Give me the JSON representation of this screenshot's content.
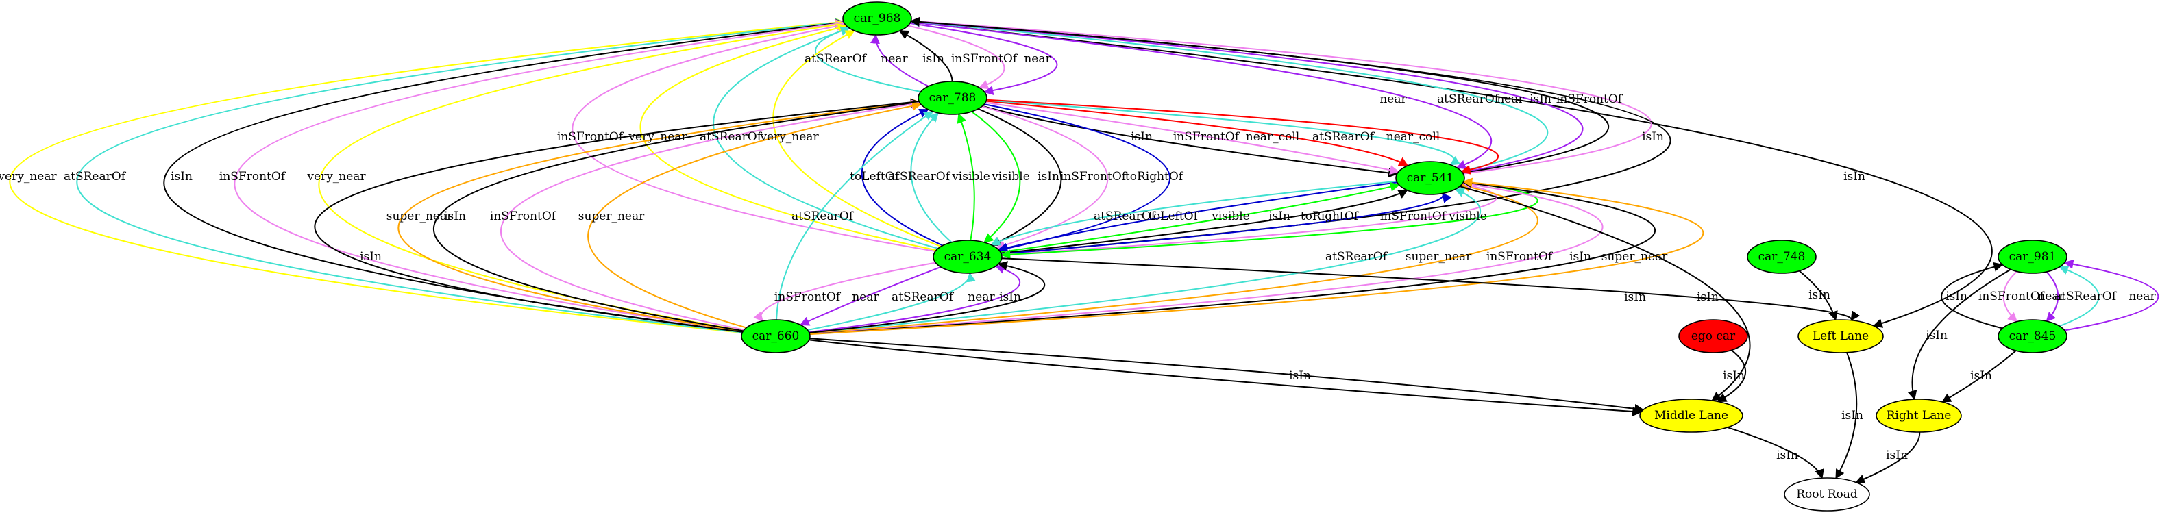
{
  "graph": {
    "nodes": [
      {
        "id": "car_968",
        "label": "car_968",
        "color": "#00ff00"
      },
      {
        "id": "car_788",
        "label": "car_788",
        "color": "#00ff00"
      },
      {
        "id": "car_541",
        "label": "car_541",
        "color": "#00ff00"
      },
      {
        "id": "car_634",
        "label": "car_634",
        "color": "#00ff00"
      },
      {
        "id": "car_660",
        "label": "car_660",
        "color": "#00ff00"
      },
      {
        "id": "car_748",
        "label": "car_748",
        "color": "#00ff00"
      },
      {
        "id": "car_981",
        "label": "car_981",
        "color": "#00ff00"
      },
      {
        "id": "car_845",
        "label": "car_845",
        "color": "#00ff00"
      },
      {
        "id": "ego_car",
        "label": "ego car",
        "color": "#ff0000"
      },
      {
        "id": "left_lane",
        "label": "Left Lane",
        "color": "#ffff00"
      },
      {
        "id": "middle_lane",
        "label": "Middle Lane",
        "color": "#ffff00"
      },
      {
        "id": "right_lane",
        "label": "Right Lane",
        "color": "#ffff00"
      },
      {
        "id": "root_road",
        "label": "Root Road",
        "color": "#ffffff"
      }
    ],
    "edges": [
      {
        "source": "car_968",
        "target": "left_lane",
        "label": "isIn",
        "color": "#000000"
      },
      {
        "source": "car_788",
        "target": "car_968",
        "label": "atSRearOf",
        "color": "#40e0d0"
      },
      {
        "source": "car_788",
        "target": "car_968",
        "label": "near",
        "color": "#a020f0"
      },
      {
        "source": "car_788",
        "target": "car_968",
        "label": "isIn",
        "color": "#000000"
      },
      {
        "source": "car_968",
        "target": "car_788",
        "label": "inSFrontOf",
        "color": "#ee82ee"
      },
      {
        "source": "car_968",
        "target": "car_788",
        "label": "near",
        "color": "#a020f0"
      },
      {
        "source": "car_968",
        "target": "car_541",
        "label": "near",
        "color": "#a020f0"
      },
      {
        "source": "car_541",
        "target": "car_968",
        "label": "atSRearOf",
        "color": "#40e0d0"
      },
      {
        "source": "car_541",
        "target": "car_968",
        "label": "near",
        "color": "#a020f0"
      },
      {
        "source": "car_541",
        "target": "car_968",
        "label": "isIn",
        "color": "#000000"
      },
      {
        "source": "car_541",
        "target": "car_968",
        "label": "inSFrontOf",
        "color": "#ee82ee"
      },
      {
        "source": "car_634",
        "target": "car_968",
        "label": "isIn",
        "color": "#000000"
      },
      {
        "source": "car_660",
        "target": "car_968",
        "label": "very_near",
        "color": "#ffff00"
      },
      {
        "source": "car_660",
        "target": "car_968",
        "label": "atSRearOf",
        "color": "#40e0d0"
      },
      {
        "source": "car_660",
        "target": "car_968",
        "label": "isIn",
        "color": "#000000"
      },
      {
        "source": "car_660",
        "target": "car_968",
        "label": "inSFrontOf",
        "color": "#ee82ee"
      },
      {
        "source": "car_660",
        "target": "car_968",
        "label": "very_near",
        "color": "#ffff00"
      },
      {
        "source": "car_634",
        "target": "car_968",
        "label": "inSFrontOf",
        "color": "#ee82ee"
      },
      {
        "source": "car_634",
        "target": "car_968",
        "label": "very_near",
        "color": "#ffff00"
      },
      {
        "source": "car_634",
        "target": "car_968",
        "label": "atSRearOf",
        "color": "#40e0d0"
      },
      {
        "source": "car_634",
        "target": "car_968",
        "label": "very_near",
        "color": "#ffff00"
      },
      {
        "source": "car_788",
        "target": "car_541",
        "label": "isIn",
        "color": "#000000"
      },
      {
        "source": "car_788",
        "target": "car_541",
        "label": "inSFrontOf",
        "color": "#ee82ee"
      },
      {
        "source": "car_788",
        "target": "car_541",
        "label": "near_coll",
        "color": "#ff0000"
      },
      {
        "source": "car_788",
        "target": "car_541",
        "label": "atSRearOf",
        "color": "#40e0d0"
      },
      {
        "source": "car_788",
        "target": "car_541",
        "label": "near_coll",
        "color": "#ff0000"
      },
      {
        "source": "car_634",
        "target": "car_788",
        "label": "toLeftOf",
        "color": "#0000cd"
      },
      {
        "source": "car_634",
        "target": "car_788",
        "label": "atSRearOf",
        "color": "#40e0d0"
      },
      {
        "source": "car_634",
        "target": "car_788",
        "label": "visible",
        "color": "#00ff00"
      },
      {
        "source": "car_788",
        "target": "car_634",
        "label": "visible",
        "color": "#00ff00"
      },
      {
        "source": "car_788",
        "target": "car_634",
        "label": "isIn",
        "color": "#000000"
      },
      {
        "source": "car_788",
        "target": "car_634",
        "label": "inSFrontOf",
        "color": "#ee82ee"
      },
      {
        "source": "car_788",
        "target": "car_634",
        "label": "toRightOf",
        "color": "#0000cd"
      },
      {
        "source": "car_660",
        "target": "car_788",
        "label": "super_near",
        "color": "#ffa500"
      },
      {
        "source": "car_660",
        "target": "car_788",
        "label": "isIn",
        "color": "#000000"
      },
      {
        "source": "car_660",
        "target": "car_788",
        "label": "inSFrontOf",
        "color": "#ee82ee"
      },
      {
        "source": "car_660",
        "target": "car_788",
        "label": "super_near",
        "color": "#ffa500"
      },
      {
        "source": "car_660",
        "target": "car_788",
        "label": "atSRearOf",
        "color": "#40e0d0"
      },
      {
        "source": "car_788",
        "target": "middle_lane",
        "label": "isIn",
        "color": "#000000"
      },
      {
        "source": "car_541",
        "target": "car_634",
        "label": "atSRearOf",
        "color": "#40e0d0"
      },
      {
        "source": "car_541",
        "target": "car_634",
        "label": "toLeftOf",
        "color": "#0000cd"
      },
      {
        "source": "car_634",
        "target": "car_541",
        "label": "visible",
        "color": "#00ff00"
      },
      {
        "source": "car_634",
        "target": "car_541",
        "label": "isIn",
        "color": "#000000"
      },
      {
        "source": "car_634",
        "target": "car_541",
        "label": "toRightOf",
        "color": "#0000cd"
      },
      {
        "source": "car_541",
        "target": "car_634",
        "label": "inSFrontOf",
        "color": "#ee82ee"
      },
      {
        "source": "car_541",
        "target": "car_634",
        "label": "visible",
        "color": "#00ff00"
      },
      {
        "source": "car_660",
        "target": "car_541",
        "label": "atSRearOf",
        "color": "#40e0d0"
      },
      {
        "source": "car_660",
        "target": "car_541",
        "label": "super_near",
        "color": "#ffa500"
      },
      {
        "source": "car_660",
        "target": "car_541",
        "label": "inSFrontOf",
        "color": "#ee82ee"
      },
      {
        "source": "car_660",
        "target": "car_541",
        "label": "isIn",
        "color": "#000000"
      },
      {
        "source": "car_660",
        "target": "car_541",
        "label": "super_near",
        "color": "#ffa500"
      },
      {
        "source": "car_541",
        "target": "middle_lane",
        "label": "isIn",
        "color": "#000000"
      },
      {
        "source": "car_634",
        "target": "car_660",
        "label": "inSFrontOf",
        "color": "#ee82ee"
      },
      {
        "source": "car_634",
        "target": "car_660",
        "label": "near",
        "color": "#a020f0"
      },
      {
        "source": "car_660",
        "target": "car_634",
        "label": "atSRearOf",
        "color": "#40e0d0"
      },
      {
        "source": "car_660",
        "target": "car_634",
        "label": "near",
        "color": "#a020f0"
      },
      {
        "source": "car_660",
        "target": "car_634",
        "label": "isIn",
        "color": "#000000"
      },
      {
        "source": "car_634",
        "target": "left_lane",
        "label": "isIn",
        "color": "#000000"
      },
      {
        "source": "car_660",
        "target": "middle_lane",
        "label": "isIn",
        "color": "#000000"
      },
      {
        "source": "car_748",
        "target": "left_lane",
        "label": "isIn",
        "color": "#000000"
      },
      {
        "source": "ego_car",
        "target": "middle_lane",
        "label": "isIn",
        "color": "#000000"
      },
      {
        "source": "car_981",
        "target": "right_lane",
        "label": "isIn",
        "color": "#000000"
      },
      {
        "source": "car_845",
        "target": "car_981",
        "label": "isIn",
        "color": "#000000"
      },
      {
        "source": "car_981",
        "target": "car_845",
        "label": "inSFrontOf",
        "color": "#ee82ee"
      },
      {
        "source": "car_981",
        "target": "car_845",
        "label": "near",
        "color": "#a020f0"
      },
      {
        "source": "car_845",
        "target": "car_981",
        "label": "atSRearOf",
        "color": "#40e0d0"
      },
      {
        "source": "car_845",
        "target": "car_981",
        "label": "near",
        "color": "#a020f0"
      },
      {
        "source": "car_845",
        "target": "right_lane",
        "label": "isIn",
        "color": "#000000"
      },
      {
        "source": "left_lane",
        "target": "root_road",
        "label": "isIn",
        "color": "#000000"
      },
      {
        "source": "middle_lane",
        "target": "root_road",
        "label": "isIn",
        "color": "#000000"
      },
      {
        "source": "right_lane",
        "target": "root_road",
        "label": "isIn",
        "color": "#000000"
      }
    ]
  }
}
